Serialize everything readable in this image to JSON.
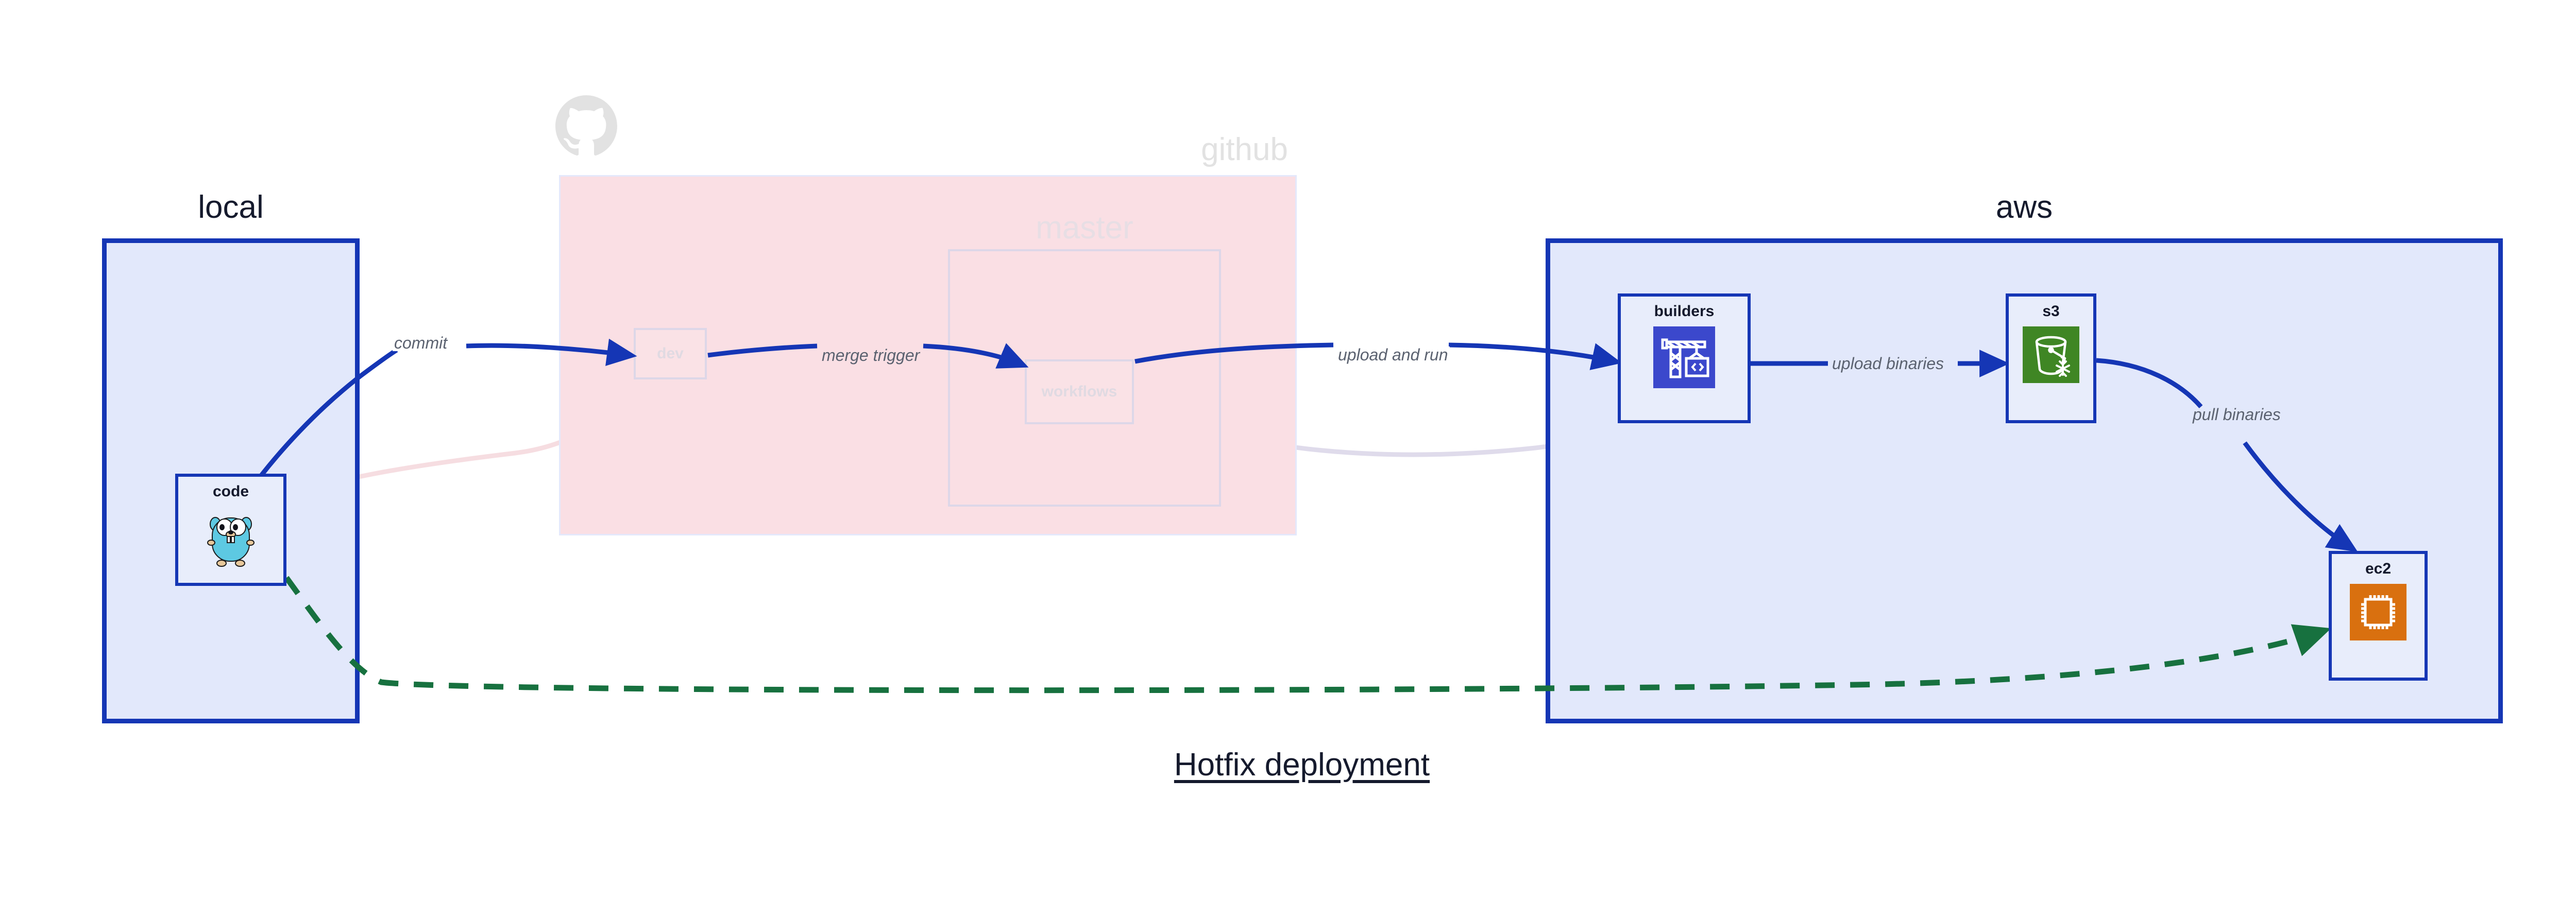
{
  "diagram": {
    "caption": "Hotfix deployment",
    "clusters": [
      {
        "id": "local",
        "label": "local"
      },
      {
        "id": "github",
        "label": "github"
      },
      {
        "id": "master",
        "label": "master"
      },
      {
        "id": "aws",
        "label": "aws"
      }
    ],
    "nodes": [
      {
        "id": "code",
        "label": "code",
        "cluster": "local",
        "icon": "go-gopher-icon",
        "icon_color": "#5dc9e2"
      },
      {
        "id": "dev",
        "label": "dev",
        "cluster": "github",
        "icon": "none",
        "state": "faded"
      },
      {
        "id": "workflows",
        "label": "workflows",
        "cluster": "master",
        "icon": "none",
        "state": "faded"
      },
      {
        "id": "builders",
        "label": "builders",
        "cluster": "aws",
        "icon": "aws-codebuild-icon",
        "icon_color": "#3b48cc"
      },
      {
        "id": "s3",
        "label": "s3",
        "cluster": "aws",
        "icon": "aws-s3-glacier-icon",
        "icon_color": "#3f8624"
      },
      {
        "id": "ec2",
        "label": "ec2",
        "cluster": "aws",
        "icon": "aws-ec2-chip-icon",
        "icon_color": "#d9700f"
      }
    ],
    "edges": [
      {
        "from": "code",
        "to": "dev",
        "label": "commit",
        "style": "solid",
        "color": "#1536b5"
      },
      {
        "from": "dev",
        "to": "workflows",
        "label": "merge trigger",
        "style": "solid",
        "color": "#1536b5"
      },
      {
        "from": "workflows",
        "to": "builders",
        "label": "upload and run",
        "style": "solid",
        "color": "#1536b5"
      },
      {
        "from": "builders",
        "to": "s3",
        "label": "upload binaries",
        "style": "solid",
        "color": "#1536b5"
      },
      {
        "from": "s3",
        "to": "ec2",
        "label": "pull binaries",
        "style": "solid",
        "color": "#1536b5"
      },
      {
        "from": "code",
        "to": "ec2",
        "label": "",
        "style": "dashed",
        "color": "#17713f"
      }
    ],
    "colors": {
      "cluster_blue_fill": "#e2e8fb",
      "cluster_blue_border": "#1536b5",
      "cluster_pink_fill": "#fadfe4",
      "node_fill": "#e8edfb",
      "edge_blue": "#1536b5",
      "edge_green": "#17713f",
      "label_grey": "#5b6270",
      "text_dark": "#151a2d",
      "faded_grey": "#e0dae2"
    }
  }
}
